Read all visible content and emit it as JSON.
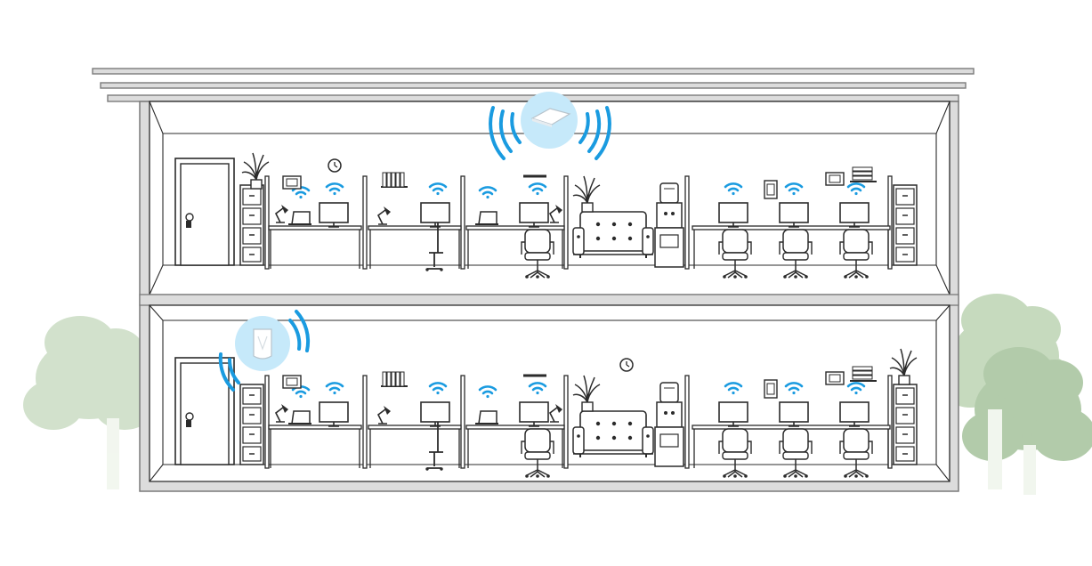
{
  "scene": {
    "floors": [
      "upper-floor",
      "lower-floor"
    ],
    "access_points": [
      {
        "floor": "upper",
        "mount": "ceiling"
      },
      {
        "floor": "lower",
        "mount": "wall"
      }
    ]
  },
  "colors": {
    "wall": "#8a8a8a",
    "wall_fill": "#dcdcdc",
    "line": "#2b2b2b",
    "wifi": "#1a9be0",
    "ap_glow": "#c6e9fa",
    "tree_fill": "#bfd6b4",
    "tree_fill_right": "#a9c6a0",
    "trunk": "#eef4ea"
  },
  "icons": {
    "wifi": "wifi-icon",
    "access_point": "access-point-icon",
    "clock": "clock-icon",
    "plant": "plant-icon",
    "door": "door-icon"
  }
}
